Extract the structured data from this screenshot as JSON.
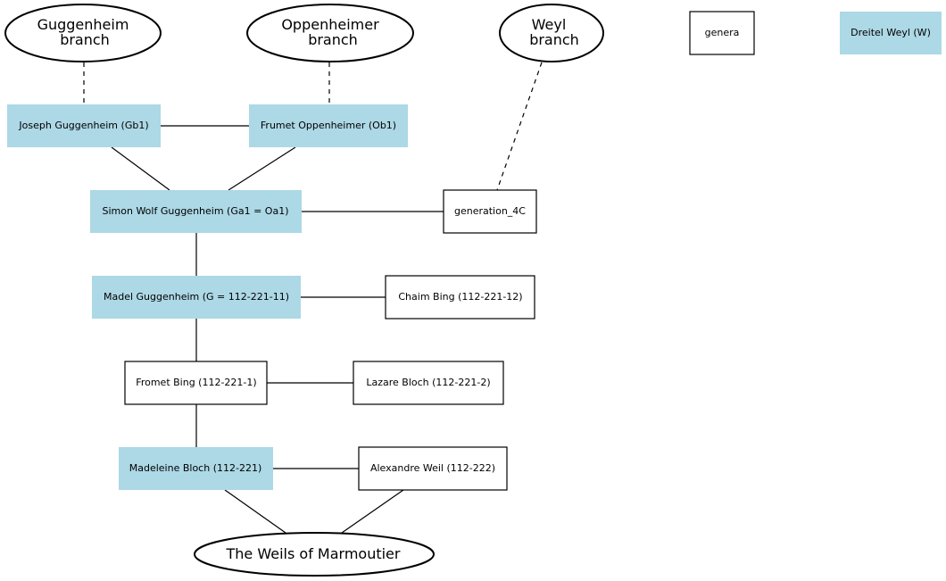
{
  "colors": {
    "fill_highlight": "#add8e6",
    "fill_plain": "#ffffff",
    "stroke": "#000000"
  },
  "branches": {
    "guggenheim": {
      "line1": "Guggenheim",
      "line2": "branch"
    },
    "oppenheimer": {
      "line1": "Oppenheimer",
      "line2": "branch"
    },
    "weyl": {
      "line1": "Weyl",
      "line2": "branch"
    }
  },
  "legend": {
    "genera": "genera",
    "dreitel": "Dreitel Weyl (W)"
  },
  "people": {
    "joseph": "Joseph Guggenheim (Gb1)",
    "frumet_oppenheimer": "Frumet Oppenheimer (Ob1)",
    "simon_wolf": "Simon Wolf Guggenheim (Ga1 = Oa1)",
    "generation_4c": "generation_4C",
    "madel": "Madel Guggenheim (G = 112-221-11)",
    "chaim": "Chaim Bing  (112-221-12)",
    "fromet": "Fromet Bing (112-221-1)",
    "lazare": "Lazare Bloch  (112-221-2)",
    "madeleine": "Madeleine Bloch (112-221)",
    "alexandre": "Alexandre Weil (112-222)"
  },
  "root": "The Weils of Marmoutier"
}
